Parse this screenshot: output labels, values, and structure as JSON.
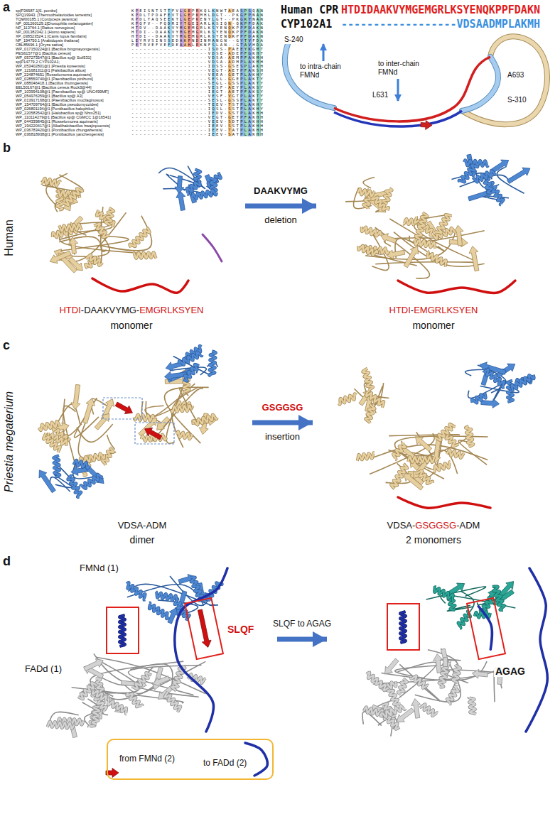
{
  "diagram": {
    "nodes": [
      {
        "text": [
          "HTDI-DAAKVYMG-EMGRLKSYEN",
          "monomer"
        ]
      },
      {
        "text": [
          "HTDI-EMGRLKSYEN",
          "monomer"
        ]
      },
      {
        "text": [
          "VDSA-ADM",
          "dimer"
        ]
      },
      {
        "text": [
          "VDSA-GSGGSG-ADM",
          "2 monomers"
        ]
      },
      {
        "text": [
          "FMNd (1)",
          "FADd (1)",
          "SLQF"
        ]
      },
      {
        "text": [
          "from FMNd (2)",
          "to FADd (2)"
        ],
        "in": 4
      },
      {
        "text": [
          "AGAG"
        ]
      }
    ],
    "edges": [
      {
        "from": 0,
        "to": 1,
        "arrow": "to",
        "label": "DAAKVYMG deletion"
      },
      {
        "from": 2,
        "to": 3,
        "arrow": "to",
        "label": "GSGGSG insertion"
      },
      {
        "from": 4,
        "to": 6,
        "arrow": "to",
        "label": "SLQF to AGAG"
      }
    ],
    "labels": [
      "a",
      "sp|P36587.1[S. pombe]",
      "KPEISNTSTTFVLGEPRKQLKNWTAEASPSQAN",
      "SPQ19943. [Thermothielavioides terrestris]",
      "KPDLTPDAFEVTLGEPKMHLDGT--PKGFPNAN",
      "TQW00185.1 [Cordyceps javanica]",
      "KPDLTAQSEEKTLGEPKENYLGT--PKGKYNAN",
      "NP_001260129.1[Drosophila melanogaster]",
      "KPQFV--PQDRIYTGEIARLKSIQN-QKPFDAK",
      "NP_113764.1 [Rattus norvegicus]",
      "HTDV--DAAKVYMGEMGRLKSYENQKPPFDAKN",
      "NP_001382342.1 [Homo sapiens]",
      "HTDI--DAAKVYMGEMGRLKSYENQKPPFDAKN",
      "XP_038523524.1 [Canis lupus familaris]",
      "HTDI--DAAKVYMGEMGRLKSYENQKPPFDAKN",
      "NP_194750.1 [Arabidopsis thaliana]",
      "LEYRVSINSSEDAKFNDINMANGN--GYTVFDA",
      "CBL85696.1 [Oryza sativa]",
      "PETRVEFVEFDEAAHLEKNFSLAN--GTAVHDA",
      "WP_017150224@1 [Bacillus bingmayongensis]",
      "-------------------ISDS-PAEEYKGMT",
      "PES61577@1 [Bacillus cereus]",
      "-------------------VDSE-ADEPFGKHT",
      "WP_057273547@1 [Bacillus sp@ Soil531]",
      "-------------------VDSA-AEMPFAKMH",
      "sp|P14779.2 CYP102A1;",
      "-------------------VDSA-ADMPLAKMH",
      "WP_053402801@1 [Priestia koreensis]",
      "-------------------IDSS-GSESPLAKH",
      "WP_121681311@1 [Falsibacillus albus]",
      "-------------------VEGT-AETPFAKSH",
      "WP_224874651 [Rosselomorea aquimaris]",
      "-------------------VEEA-GETPLAKHY",
      "WP_028559740@1 [Paenibacillus pinihumi]",
      "-------------------SESL-GGEPLAKTY",
      "WP_088046418.1 [Bacillus thuringiensis]",
      "-------------------SEGL-GSSPLAKTY",
      "EEL50167@1 [Bacillus cereus Rock3@44]",
      "-------------------VESF-AEYPLAKSY",
      "WP_103994108@1 [Paenibacillus sp@ UNC499MF]",
      "-------------------IEGT-AETPFAKSY",
      "WP_054976359@1 [Bacillus sp@ A3]",
      "-------------------VESF-VGTPLAKTY",
      "WP_013917168@1 [Paenibacillus mucilaginosus]",
      "-------------------SESL-GSSPLAKTY",
      "WP_154709764@1 [Bacillus pseudomycoides]",
      "-------------------TEEV-TSTPLAKHY",
      "WP_026801194@1 [Pontibacillus halophilus]",
      "-------------------IQSL-SSTPLAKHY",
      "WP_220583542@1 [Halobacillus sp@ Nhm251]",
      "-------------------IEDV-SSTPLAKHH",
      "WP_110114279@1 [Bacillus sp@ CGMCC 1@16541]",
      "-------------------VEGT-GETPFAKHH",
      "WP_044339845@1 [Rosselomorea aquimaris]",
      "-------------------VEEV-SDTPLAKHH",
      "WP_194220417@1 [Alkalihalobacillus hwajinpoensis]",
      "-------------------IEEV-SSTPLAKHH",
      "WP_036783420@1 [Pontibacillus chungwhensis]",
      "-------------------IEEV-TATPLAKHH",
      "WP_036818938@1 [Pontibacillus yanchengensis]",
      "-------------------IEEV-SATPLAKHH",
      "Human CPR",
      "HTDIDAAKVYMGEMGRLKSYENQKPPFDAKN",
      "CYP102A1",
      "------------------VDSAADMPLAKMH",
      "S-240",
      "to intra-chain FMNd",
      "to inter-chain FMNd",
      "L631",
      "A693",
      "S-310",
      "b",
      "Human",
      "c",
      "Priestia megaterium",
      "d"
    ]
  }
}
